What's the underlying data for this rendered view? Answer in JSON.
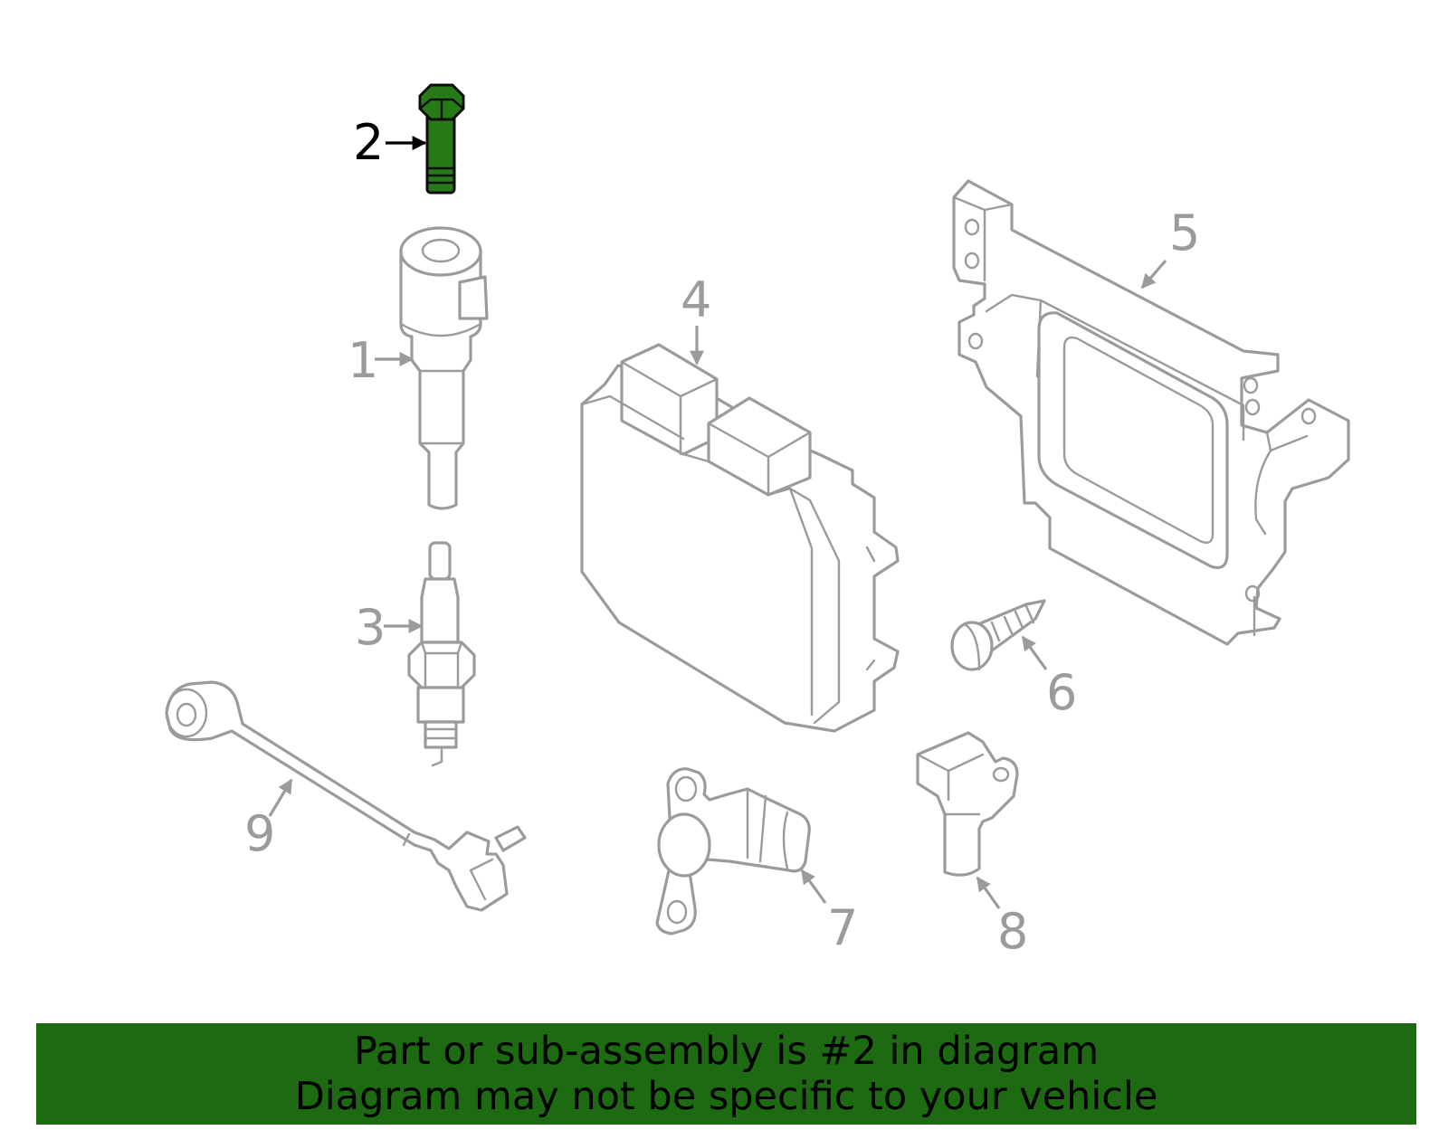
{
  "diagram": {
    "highlighted_part": "2",
    "highlight_color": "#267a17",
    "callouts": {
      "c1": "1",
      "c2": "2",
      "c3": "3",
      "c4": "4",
      "c5": "5",
      "c6": "6",
      "c7": "7",
      "c8": "8",
      "c9": "9"
    }
  },
  "banner": {
    "line1": "Part or sub-assembly is #2 in diagram",
    "line2": "Diagram may not be specific to your vehicle",
    "background": "#1d6a12"
  }
}
